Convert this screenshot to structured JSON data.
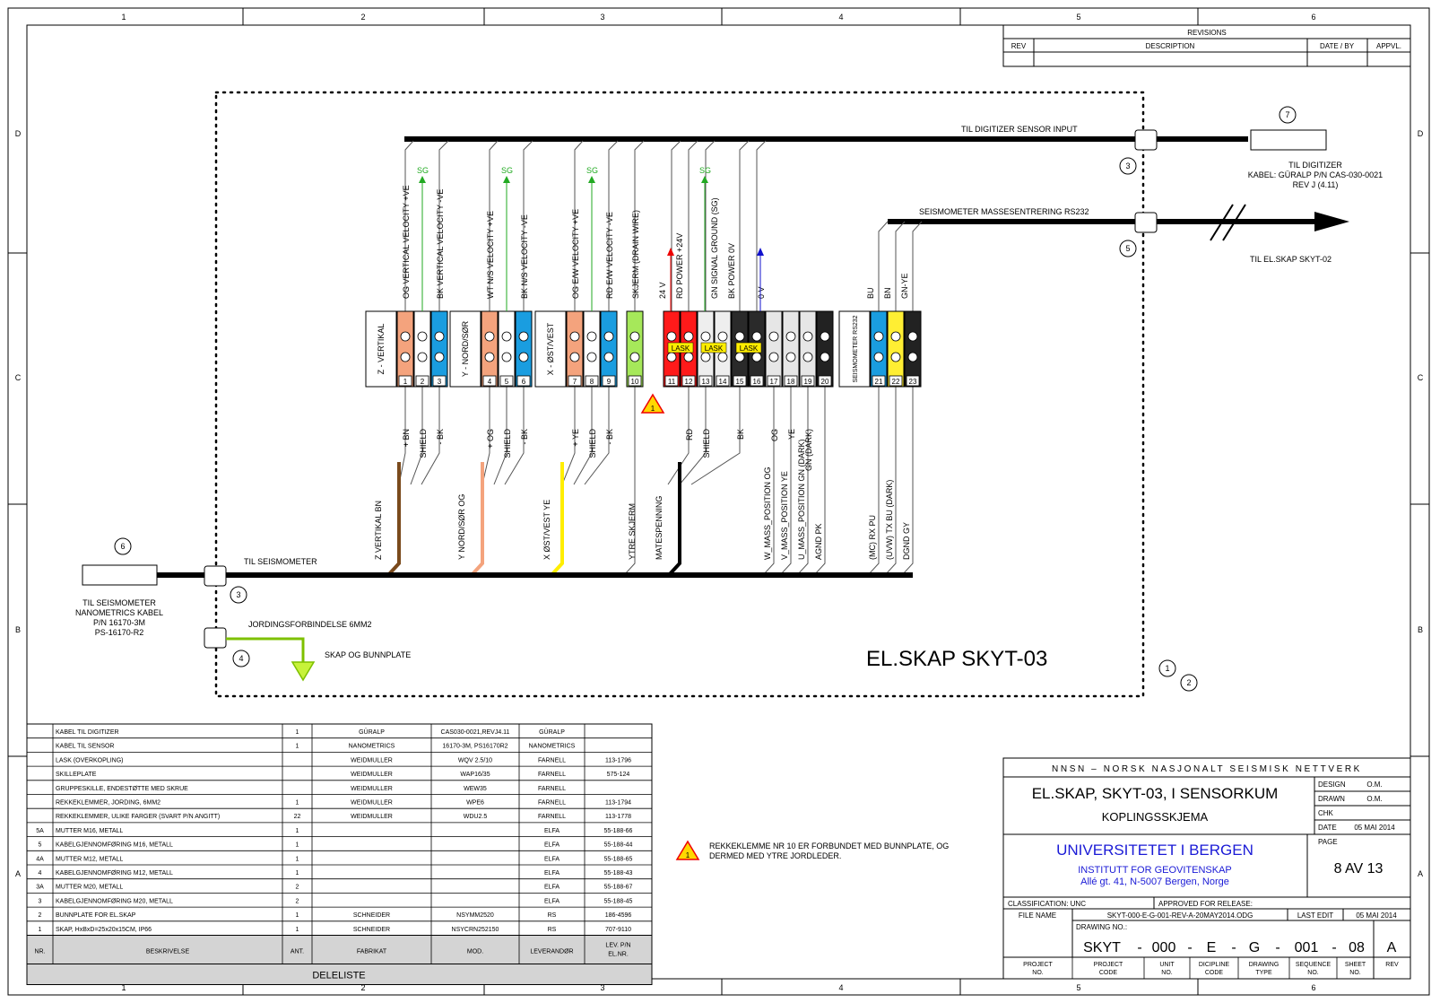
{
  "sheet": {
    "border_columns": [
      "1",
      "2",
      "3",
      "4",
      "5",
      "6"
    ],
    "border_rows": [
      "D",
      "C",
      "B",
      "A"
    ]
  },
  "revisions": {
    "title": "REVISIONS",
    "col_rev": "REV",
    "col_description": "DESCRIPTION",
    "col_date_by": "DATE / BY",
    "col_appvl": "APPVL."
  },
  "cabinet": {
    "title": "EL.SKAP SKYT-03",
    "digitizer_cable": "TIL DIGITIZER SENSOR INPUT",
    "rs232_cable": "SEISMOMETER MASSESENTRERING RS232",
    "seismometer_cable": "TIL SEISMOMETER",
    "ground_cable": "JORDINGSFORBINDELSE 6MM2",
    "ground_target": "SKAP OG BUNNPLATE",
    "to_skyt02": "TIL EL.SKAP SKYT-02",
    "digitizer_note": [
      "TIL DIGITIZER",
      "KABEL: GÜRALP P/N CAS-030-0021",
      "REV J (4.11)"
    ],
    "seismometer_note": [
      "TIL SEISMOMETER",
      "NANOMETRICS KABEL",
      "P/N 16170-3M",
      "PS-16170-R2"
    ],
    "sg_label": "SG",
    "lask_label": "LASK",
    "warning_mark": "1",
    "callouts": [
      "7",
      "3",
      "5",
      "6",
      "3",
      "4",
      "1",
      "2"
    ],
    "group_labels": [
      "Z - VERTIKAL",
      "Y - NORD/SØR",
      "X - ØST/VEST",
      "SEISMOMETER RS232"
    ],
    "top_labels": [
      "OG   VERTICAL VELOCITY +VE",
      "BK   VERTICAL VELOCITY -VE",
      "WT   N/S VELOCITY +VE",
      "BK   N/S VELOCITY -VE",
      "OG   E/W VELOCITY +VE",
      "RD   E/W VELOCITY -VE",
      "SKJERM (DRAIN WIRE)",
      "24 V",
      "RD   POWER +24V",
      "GN   SIGNAL GROUND (SG)",
      "BK   POWER 0V",
      "0 V",
      "BU",
      "BN",
      "GN-YE"
    ],
    "bottom_labels": [
      "+  BN",
      "SHIELD",
      "-  BK",
      "+  OG",
      "SHIELD",
      "-  BK",
      "+  YE",
      "SHIELD",
      "-  BK",
      "RD",
      "SHIELD",
      "BK",
      "OG",
      "YE",
      "GN (DARK)"
    ],
    "cable_labels": [
      "Z  VERTIKAL    BN",
      "Y  NORD/SØR    OG",
      "X  ØST/VEST    YE",
      "YTRE SKJERM",
      "MATESPENNING",
      "W_MASS_POSITION   OG",
      "V_MASS_POSITION   YE",
      "U_MASS_POSITION   GN (DARK)",
      "AGND   PK",
      "(MC) RX   PU",
      "(UVW) TX   BU (DARK)",
      "DGND   GY"
    ],
    "terminals": [
      "1",
      "2",
      "3",
      "4",
      "5",
      "6",
      "7",
      "8",
      "9",
      "10",
      "11",
      "12",
      "13",
      "14",
      "15",
      "16",
      "17",
      "18",
      "19",
      "20",
      "21",
      "22",
      "23"
    ]
  },
  "parts_list": {
    "title": "DELELISTE",
    "headers": [
      "NR.",
      "BESKRIVELSE",
      "ANT.",
      "FABRIKAT",
      "MOD.",
      "LEVERANDØR",
      "LEV. P/N EL.NR."
    ],
    "rows": [
      [
        "",
        "KABEL TIL DIGITIZER",
        "1",
        "GÜRALP",
        "CAS030-0021,REVJ4.11",
        "GÜRALP",
        ""
      ],
      [
        "",
        "KABEL TIL SENSOR",
        "1",
        "NANOMETRICS",
        "16170-3M, PS16170R2",
        "NANOMETRICS",
        ""
      ],
      [
        "",
        "LASK (OVERKOPLING)",
        "",
        "WEIDMULLER",
        "WQV 2.5/10",
        "FARNELL",
        "113-1796"
      ],
      [
        "",
        "SKILLEPLATE",
        "",
        "WEIDMULLER",
        "WAP16/35",
        "FARNELL",
        "575-124"
      ],
      [
        "",
        "GRUPPESKILLE, ENDESTØTTE MED SKRUE",
        "",
        "WEIDMULLER",
        "WEW35",
        "FARNELL",
        ""
      ],
      [
        "",
        "REKKEKLEMMER, JORDING, 6MM2",
        "1",
        "WEIDMULLER",
        "WPE6",
        "FARNELL",
        "113-1794"
      ],
      [
        "",
        "REKKEKLEMMER, ULIKE FARGER (SVART P/N ANGITT)",
        "22",
        "WEIDMULLER",
        "WDU2.5",
        "FARNELL",
        "113-1778"
      ],
      [
        "5A",
        "MUTTER M16, METALL",
        "1",
        "",
        "",
        "ELFA",
        "55-188-66"
      ],
      [
        "5",
        "KABELGJENNOMFØRING M16, METALL",
        "1",
        "",
        "",
        "ELFA",
        "55-188-44"
      ],
      [
        "4A",
        "MUTTER M12, METALL",
        "1",
        "",
        "",
        "ELFA",
        "55-188-65"
      ],
      [
        "4",
        "KABELGJENNOMFØRING M12, METALL",
        "1",
        "",
        "",
        "ELFA",
        "55-188-43"
      ],
      [
        "3A",
        "MUTTER M20, METALL",
        "2",
        "",
        "",
        "ELFA",
        "55-188-67"
      ],
      [
        "3",
        "KABELGJENNOMFØRING M20, METALL",
        "2",
        "",
        "",
        "ELFA",
        "55-188-45"
      ],
      [
        "2",
        "BUNNPLATE FOR EL.SKAP",
        "1",
        "SCHNEIDER",
        "NSYMM2520",
        "RS",
        "186-4596"
      ],
      [
        "1",
        "SKAP, HxBxD=25x20x15CM, IP66",
        "1",
        "SCHNEIDER",
        "NSYCRN252150",
        "RS",
        "707-9110"
      ]
    ]
  },
  "note": {
    "mark": "1",
    "lines": [
      "REKKEKLEMME NR 10 ER FORBUNDET MED BUNNPLATE, OG",
      "DERMED MED YTRE JORDLEDER."
    ]
  },
  "title_block": {
    "org": "NNSN – NORSK NASJONALT SEISMISK NETTVERK",
    "title": "EL.SKAP, SKYT-03, I SENSORKUM",
    "subtitle": "KOPLINGSSKJEMA",
    "design_label": "DESIGN",
    "design_value": "O.M.",
    "drawn_label": "DRAWN",
    "drawn_value": "O.M.",
    "chk_label": "CHK",
    "chk_value": "",
    "date_label": "DATE",
    "date_value": "05 MAI 2014",
    "university": "UNIVERSITETET I BERGEN",
    "institute": "INSTITUTT FOR GEOVITENSKAP",
    "address": "Allé gt. 41, N-5007 Bergen, Norge",
    "page_label": "PAGE",
    "page_value": "8 AV 13",
    "classification": "CLASSIFICATION:  UNC",
    "approved": "APPROVED FOR RELEASE:",
    "file_name_label": "FILE NAME",
    "file_name": "SKYT-000-E-G-001-REV-A-20MAY2014.ODG",
    "last_edit_label": "LAST EDIT",
    "last_edit": "05 MAI 2014",
    "drawing_no_label": "DRAWING NO.:",
    "drawing_parts": [
      "SKYT",
      "-",
      "000",
      "-",
      "E",
      "-",
      "G",
      "-",
      "001",
      "-",
      "08"
    ],
    "rev_value": "A",
    "footer_cols": [
      "PROJECT NO.",
      "PROJECT CODE",
      "UNIT NO.",
      "DICIPLINE CODE",
      "DRAWING TYPE",
      "SEQUENCE NO.",
      "SHEET NO.",
      "REV"
    ]
  }
}
